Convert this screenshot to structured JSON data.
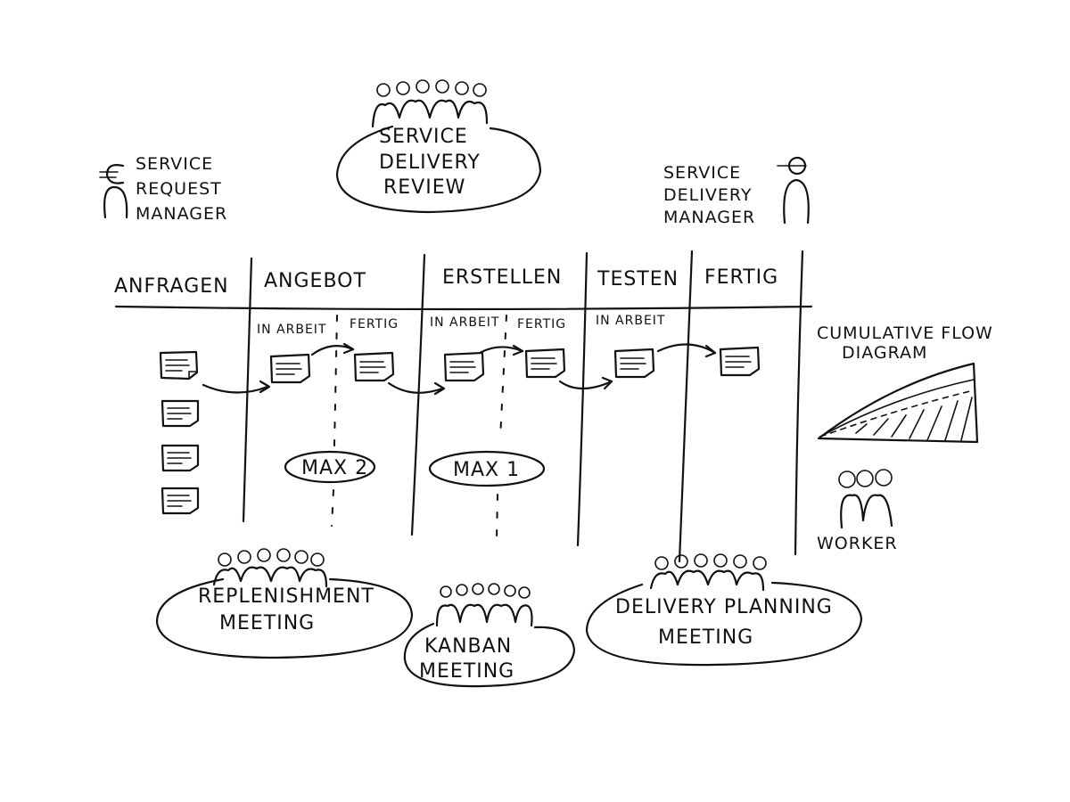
{
  "roles": {
    "service_request_manager": [
      "SERVICE",
      "REQUEST",
      "MANAGER"
    ],
    "service_delivery_manager": [
      "SERVICE",
      "DELIVERY",
      "MANAGER"
    ],
    "worker": "WORKER"
  },
  "meetings": {
    "service_delivery_review": [
      "SERVICE",
      "DELIVERY",
      "REVIEW"
    ],
    "replenishment": [
      "REPLENISHMENT",
      "MEETING"
    ],
    "kanban": [
      "KANBAN",
      "MEETING"
    ],
    "delivery_planning": [
      "DELIVERY PLANNING",
      "MEETING"
    ]
  },
  "board": {
    "columns": [
      "ANFRAGEN",
      "ANGEBOT",
      "ERSTELLEN",
      "TESTEN",
      "FERTIG"
    ],
    "sub_in_arbeit": "IN ARBEIT",
    "sub_fertig": "FERTIG",
    "wip_angebot": "MAX 2",
    "wip_erstellen": "MAX 1"
  },
  "cfd": {
    "title": [
      "CUMULATIVE FLOW",
      "DIAGRAM"
    ]
  }
}
